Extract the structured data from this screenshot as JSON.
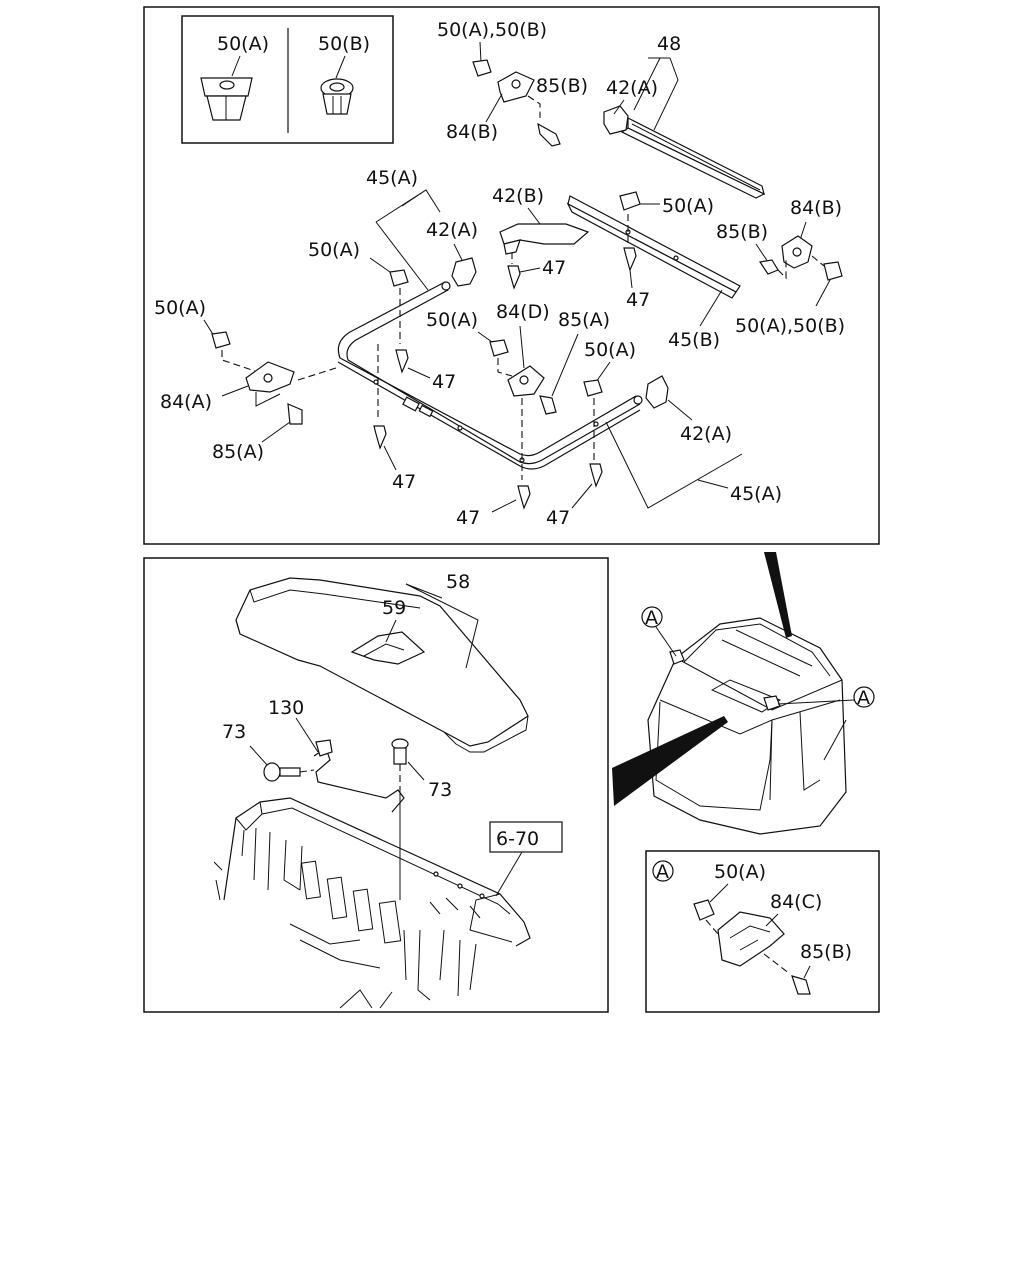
{
  "top_panel": {
    "inset": {
      "left_label": "50(A)",
      "right_label": "50(B)"
    },
    "labels": {
      "l50ab_top": "50(A),50(B)",
      "l48": "48",
      "l85b_top": "85(B)",
      "l42a_top": "42(A)",
      "l84b_top": "84(B)",
      "l45a_upper": "45(A)",
      "l42b": "42(B)",
      "l42a_mid": "42(A)",
      "l50a_mid": "50(A)",
      "l50a_right": "50(A)",
      "l84b_right": "84(B)",
      "l85b_right": "85(B)",
      "l47_a": "47",
      "l47_b": "47",
      "l50a_left": "50(A)",
      "l50a_center": "50(A)",
      "l84d": "84(D)",
      "l85a_center": "85(A)",
      "l45b": "45(B)",
      "l50ab_right": "50(A),50(B)",
      "l50a_lower": "50(A)",
      "l84a": "84(A)",
      "l47_c": "47",
      "l42a_lower": "42(A)",
      "l85a_left": "85(A)",
      "l47_d": "47",
      "l45a_lower": "45(A)",
      "l47_e": "47",
      "l47_f": "47"
    }
  },
  "bottom_left_panel": {
    "labels": {
      "l58": "58",
      "l59": "59",
      "l130": "130",
      "l73_left": "73",
      "l73_right": "73",
      "ref_box": "6-70"
    }
  },
  "vehicle_view": {
    "callout_a1": "A",
    "callout_a2": "A"
  },
  "detail_panel": {
    "callout": "A",
    "labels": {
      "l50a": "50(A)",
      "l84c": "84(C)",
      "l85b": "85(B)"
    }
  }
}
